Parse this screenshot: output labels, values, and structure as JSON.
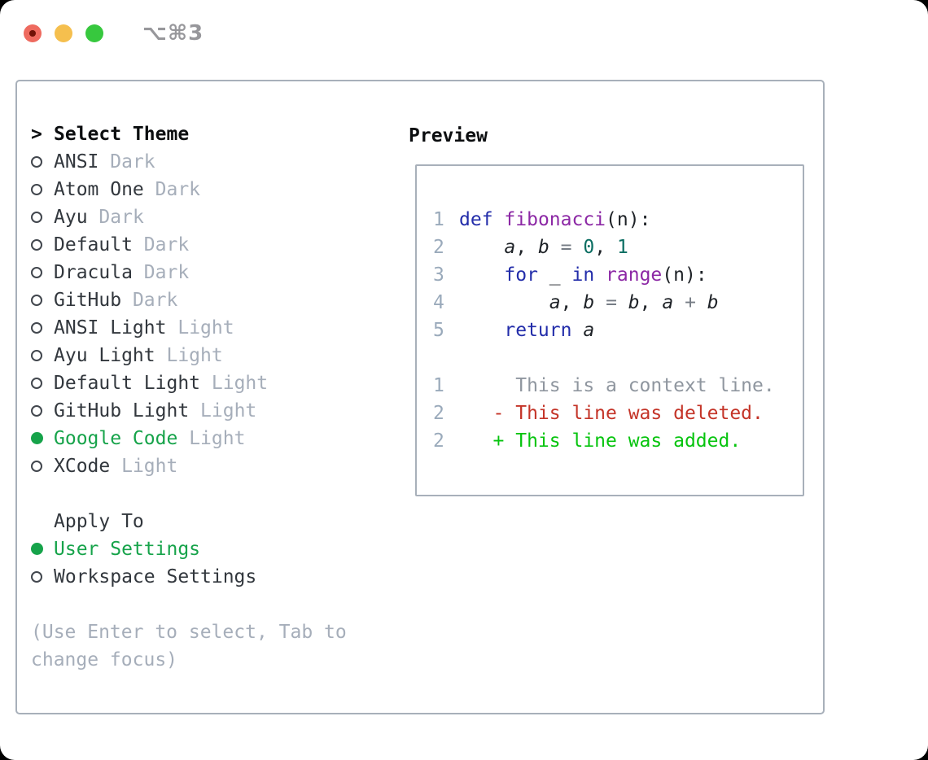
{
  "window": {
    "title": "⌥⌘3",
    "traffic_lights": [
      "close",
      "minimize",
      "zoom"
    ],
    "close_has_unsaved_dot": true
  },
  "panel": {
    "select_theme": {
      "prompt": ">",
      "label": "Select Theme"
    },
    "themes": [
      {
        "name": "ANSI",
        "variant": "Dark",
        "selected": false
      },
      {
        "name": "Atom One",
        "variant": "Dark",
        "selected": false
      },
      {
        "name": "Ayu",
        "variant": "Dark",
        "selected": false
      },
      {
        "name": "Default",
        "variant": "Dark",
        "selected": false
      },
      {
        "name": "Dracula",
        "variant": "Dark",
        "selected": false
      },
      {
        "name": "GitHub",
        "variant": "Dark",
        "selected": false
      },
      {
        "name": "ANSI Light",
        "variant": "Light",
        "selected": false
      },
      {
        "name": "Ayu Light",
        "variant": "Light",
        "selected": false
      },
      {
        "name": "Default Light",
        "variant": "Light",
        "selected": false
      },
      {
        "name": "GitHub Light",
        "variant": "Light",
        "selected": false
      },
      {
        "name": "Google Code",
        "variant": "Light",
        "selected": true
      },
      {
        "name": "XCode",
        "variant": "Light",
        "selected": false
      }
    ],
    "apply_to": {
      "label": "Apply To",
      "options": [
        {
          "name": "User Settings",
          "selected": true
        },
        {
          "name": "Workspace Settings",
          "selected": false
        }
      ]
    },
    "hint": "(Use Enter to select, Tab to change focus)"
  },
  "preview": {
    "label": "Preview",
    "code_lines": [
      {
        "num": "1",
        "tokens": [
          {
            "t": "def",
            "c": "kw"
          },
          {
            "t": " "
          },
          {
            "t": "fibonacci",
            "c": "fn"
          },
          {
            "t": "(n):"
          }
        ]
      },
      {
        "num": "2",
        "tokens": [
          {
            "t": "    "
          },
          {
            "t": "a",
            "c": "var"
          },
          {
            "t": ", "
          },
          {
            "t": "b",
            "c": "var"
          },
          {
            "t": " "
          },
          {
            "t": "=",
            "c": "op"
          },
          {
            "t": " "
          },
          {
            "t": "0",
            "c": "num"
          },
          {
            "t": ", "
          },
          {
            "t": "1",
            "c": "num"
          }
        ]
      },
      {
        "num": "3",
        "tokens": [
          {
            "t": "    "
          },
          {
            "t": "for",
            "c": "kw"
          },
          {
            "t": " _ "
          },
          {
            "t": "in",
            "c": "kw"
          },
          {
            "t": " "
          },
          {
            "t": "range",
            "c": "fn"
          },
          {
            "t": "(n):"
          }
        ]
      },
      {
        "num": "4",
        "tokens": [
          {
            "t": "        "
          },
          {
            "t": "a",
            "c": "var"
          },
          {
            "t": ", "
          },
          {
            "t": "b",
            "c": "var"
          },
          {
            "t": " "
          },
          {
            "t": "=",
            "c": "op"
          },
          {
            "t": " "
          },
          {
            "t": "b",
            "c": "var"
          },
          {
            "t": ", "
          },
          {
            "t": "a",
            "c": "var"
          },
          {
            "t": " "
          },
          {
            "t": "+",
            "c": "op"
          },
          {
            "t": " "
          },
          {
            "t": "b",
            "c": "var"
          }
        ]
      },
      {
        "num": "5",
        "tokens": [
          {
            "t": "    "
          },
          {
            "t": "return",
            "c": "kw"
          },
          {
            "t": " "
          },
          {
            "t": "a",
            "c": "var"
          }
        ]
      }
    ],
    "diff_lines": [
      {
        "num": "1",
        "text": "     This is a context line.",
        "type": "context"
      },
      {
        "num": "2",
        "text": "   - This line was deleted.",
        "type": "deleted"
      },
      {
        "num": "2",
        "text": "   + This line was added.",
        "type": "added"
      }
    ]
  },
  "colors": {
    "accent_green": "#16a34a",
    "diff_red": "#c43428",
    "diff_green": "#06c40e",
    "keyword_blue": "#232daa",
    "function_purple": "#8c28a5",
    "number_teal": "#0b6e62",
    "border_gray": "#a8b0ba",
    "muted_gray": "#a6aeba",
    "traffic_red": "#ee6a5f",
    "traffic_yellow": "#f5bf4e",
    "traffic_green": "#37c83e"
  }
}
